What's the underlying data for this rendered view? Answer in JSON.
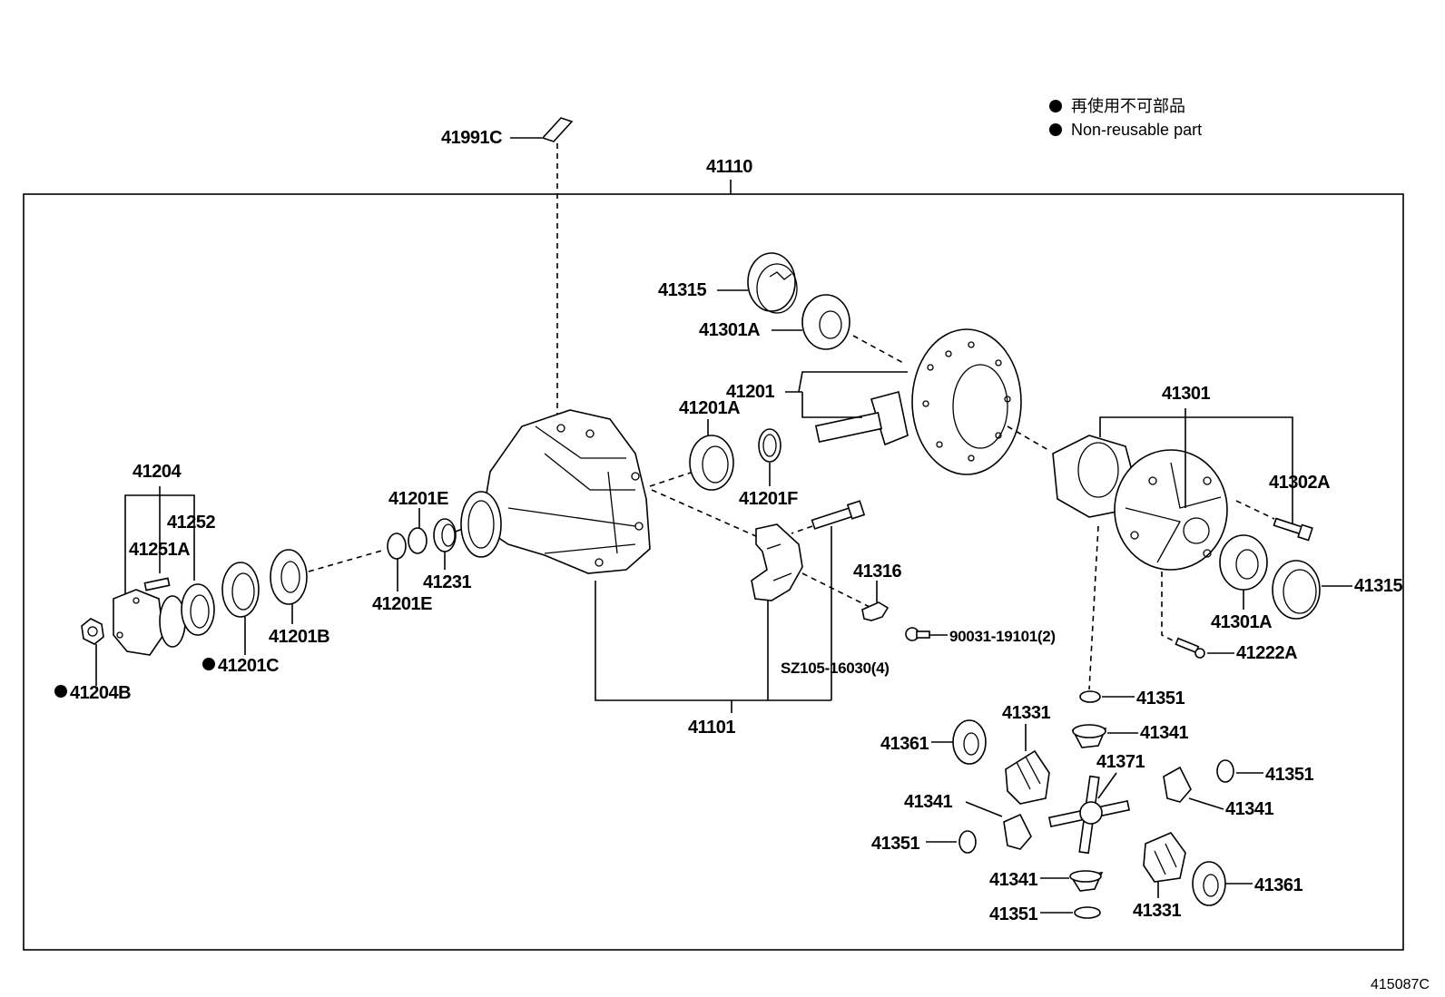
{
  "legend": {
    "japanese": "再使用不可部品",
    "english": "Non-reusable part"
  },
  "figure_code": "415087C",
  "labels": {
    "p41991C": "41991C",
    "p41110": "41110",
    "p41315_top": "41315",
    "p41301A_top": "41301A",
    "p41201": "41201",
    "p41201A": "41201A",
    "p41201F": "41201F",
    "p41301": "41301",
    "p41302A": "41302A",
    "p41315_right": "41315",
    "p41301A_right": "41301A",
    "p41222A": "41222A",
    "p41204": "41204",
    "p41252": "41252",
    "p41251A": "41251A",
    "p41201E_top": "41201E",
    "p41201E_bottom": "41201E",
    "p41231": "41231",
    "p41201B": "41201B",
    "p41201C": "41201C",
    "p41204B": "41204B",
    "p41316": "41316",
    "p90031": "90031-19101(2)",
    "pSZ105": "SZ105-16030(4)",
    "p41101": "41101",
    "p41351_a": "41351",
    "p41341_a": "41341",
    "p41331_a": "41331",
    "p41361_a": "41361",
    "p41371": "41371",
    "p41351_b": "41351",
    "p41341_b": "41341",
    "p41341_c": "41341",
    "p41351_c": "41351",
    "p41341_d": "41341",
    "p41351_d": "41351",
    "p41331_b": "41331",
    "p41361_b": "41361"
  }
}
